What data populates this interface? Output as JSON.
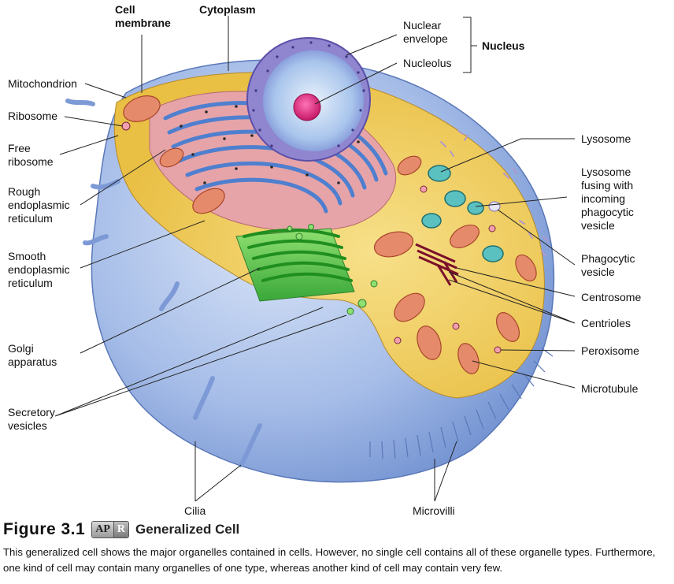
{
  "labels": {
    "cell_membrane": "Cell\nmembrane",
    "cytoplasm": "Cytoplasm",
    "nuclear_envelope": "Nuclear\nenvelope",
    "nucleolus": "Nucleolus",
    "nucleus": "Nucleus",
    "mitochondrion": "Mitochondrion",
    "ribosome": "Ribosome",
    "free_ribosome": "Free\nribosome",
    "rough_er": "Rough\nendoplasmic\nreticulum",
    "smooth_er": "Smooth\nendoplasmic\nreticulum",
    "golgi": "Golgi\napparatus",
    "secretory_vesicles": "Secretory\nvesicles",
    "cilia": "Cilia",
    "microvilli": "Microvilli",
    "lysosome": "Lysosome",
    "lysosome_fusing": "Lysosome\nfusing with\nincoming\nphagocytic\nvesicle",
    "phagocytic_vesicle": "Phagocytic\nvesicle",
    "centrosome": "Centrosome",
    "centrioles": "Centrioles",
    "peroxisome": "Peroxisome",
    "microtubule": "Microtubule"
  },
  "caption": {
    "figure_number": "Figure 3.1",
    "badge_left": "AP",
    "badge_right": "R",
    "title": "Generalized Cell",
    "body": "This generalized cell shows the major organelles contained in cells. However, no single cell contains all of these organelle types. Furthermore, one kind of cell may contain many organelles of one type, whereas another kind of cell may contain very few."
  },
  "colors": {
    "membrane_blue": "#9fb8e6",
    "cytoplasm_yellow": "#f2cf5c",
    "nucleus_purple": "#8f86cf",
    "nucleolus_pink": "#d12c7a",
    "rough_er_pink": "#e6a4a8",
    "er_blue": "#4f7fcf",
    "golgi_green": "#3fb83f",
    "mitochondrion_orange": "#e58a6a",
    "lysosome_teal": "#2f9c9c"
  }
}
